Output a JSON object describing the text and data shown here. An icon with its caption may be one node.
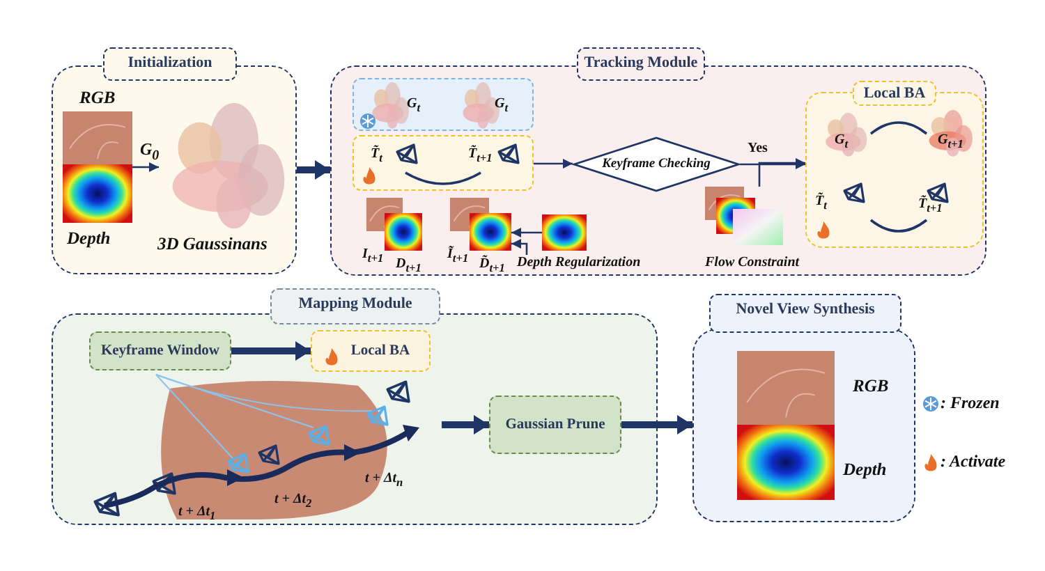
{
  "diagram": {
    "nodes": [
      {
        "text": [
          "Initialization"
        ]
      },
      {
        "text": [],
        "shape": "picture",
        "in": 0,
        "beside": [
          "RGB",
          "Depth"
        ]
      },
      {
        "text": [],
        "shape": "picture",
        "in": 0,
        "beside": [
          "3D Gaussinans"
        ]
      },
      {
        "text": [
          "Tracking Module"
        ]
      },
      {
        "text": [
          "G$_{t}$",
          "G$_{t}$"
        ],
        "in": 3
      },
      {
        "text": [
          "T̃$_{t}$",
          "T̃$_{t+1}$"
        ],
        "in": 3
      },
      {
        "text": [
          "Keyframe Checking"
        ],
        "in": 3
      },
      {
        "text": [],
        "shape": "picture",
        "in": 3,
        "beside": [
          "I$_{t+1}$",
          "D$_{t+1}$"
        ]
      },
      {
        "text": [],
        "shape": "picture",
        "in": 3,
        "beside": [
          "Ĩ$_{t+1}$",
          "D̃$_{t+1}$"
        ]
      },
      {
        "text": [],
        "shape": "picture",
        "in": 3
      },
      {
        "text": [
          "Depth Regularization"
        ],
        "in": 3
      },
      {
        "text": [],
        "shape": "picture",
        "in": 3,
        "beside": [
          "Flow Constraint"
        ]
      },
      {
        "text": [
          "Local BA",
          "G$_{t}$",
          "G$_{t+1}$",
          "T̃$_{t}$",
          "T̃$_{t+1}$"
        ],
        "in": 3
      },
      {
        "text": [
          "Mapping Module"
        ]
      },
      {
        "text": [
          "Keyframe Window"
        ],
        "in": 13
      },
      {
        "text": [
          "Local BA"
        ],
        "in": 13
      },
      {
        "text": [
          "t + Δt$_{1}$",
          "t + Δt$_{2}$",
          "t + Δt$_{n}$"
        ],
        "in": 13
      },
      {
        "text": [
          "Gaussian Prune"
        ],
        "in": 13
      },
      {
        "text": [
          "Novel View Synthesis"
        ]
      },
      {
        "text": [],
        "shape": "picture",
        "in": 18,
        "beside": [
          "RGB",
          "Depth"
        ]
      }
    ],
    "edges": [
      {
        "from": 1,
        "to": 2,
        "arrow": "to",
        "label": "G$_{0}$"
      },
      {
        "from": 0,
        "to": 3,
        "arrow": "to",
        "style": "thick"
      },
      {
        "from": 5,
        "to": 6,
        "arrow": "to"
      },
      {
        "from": 6,
        "to": 12,
        "arrow": "to",
        "label": "Yes"
      },
      {
        "from": 11,
        "to": 12,
        "arrow": "to"
      },
      {
        "from": 9,
        "to": 8,
        "arrow": "to"
      },
      {
        "from": 10,
        "to": 8,
        "arrow": "to"
      },
      {
        "from": 14,
        "to": 15,
        "arrow": "to",
        "style": "thick"
      },
      {
        "from": 16,
        "to": 17,
        "arrow": "to",
        "style": "thick"
      },
      {
        "from": 17,
        "to": 18,
        "arrow": "to",
        "style": "thick"
      }
    ],
    "legend": [
      {
        "text": ": Frozen"
      },
      {
        "text": ": Activate"
      }
    ]
  }
}
